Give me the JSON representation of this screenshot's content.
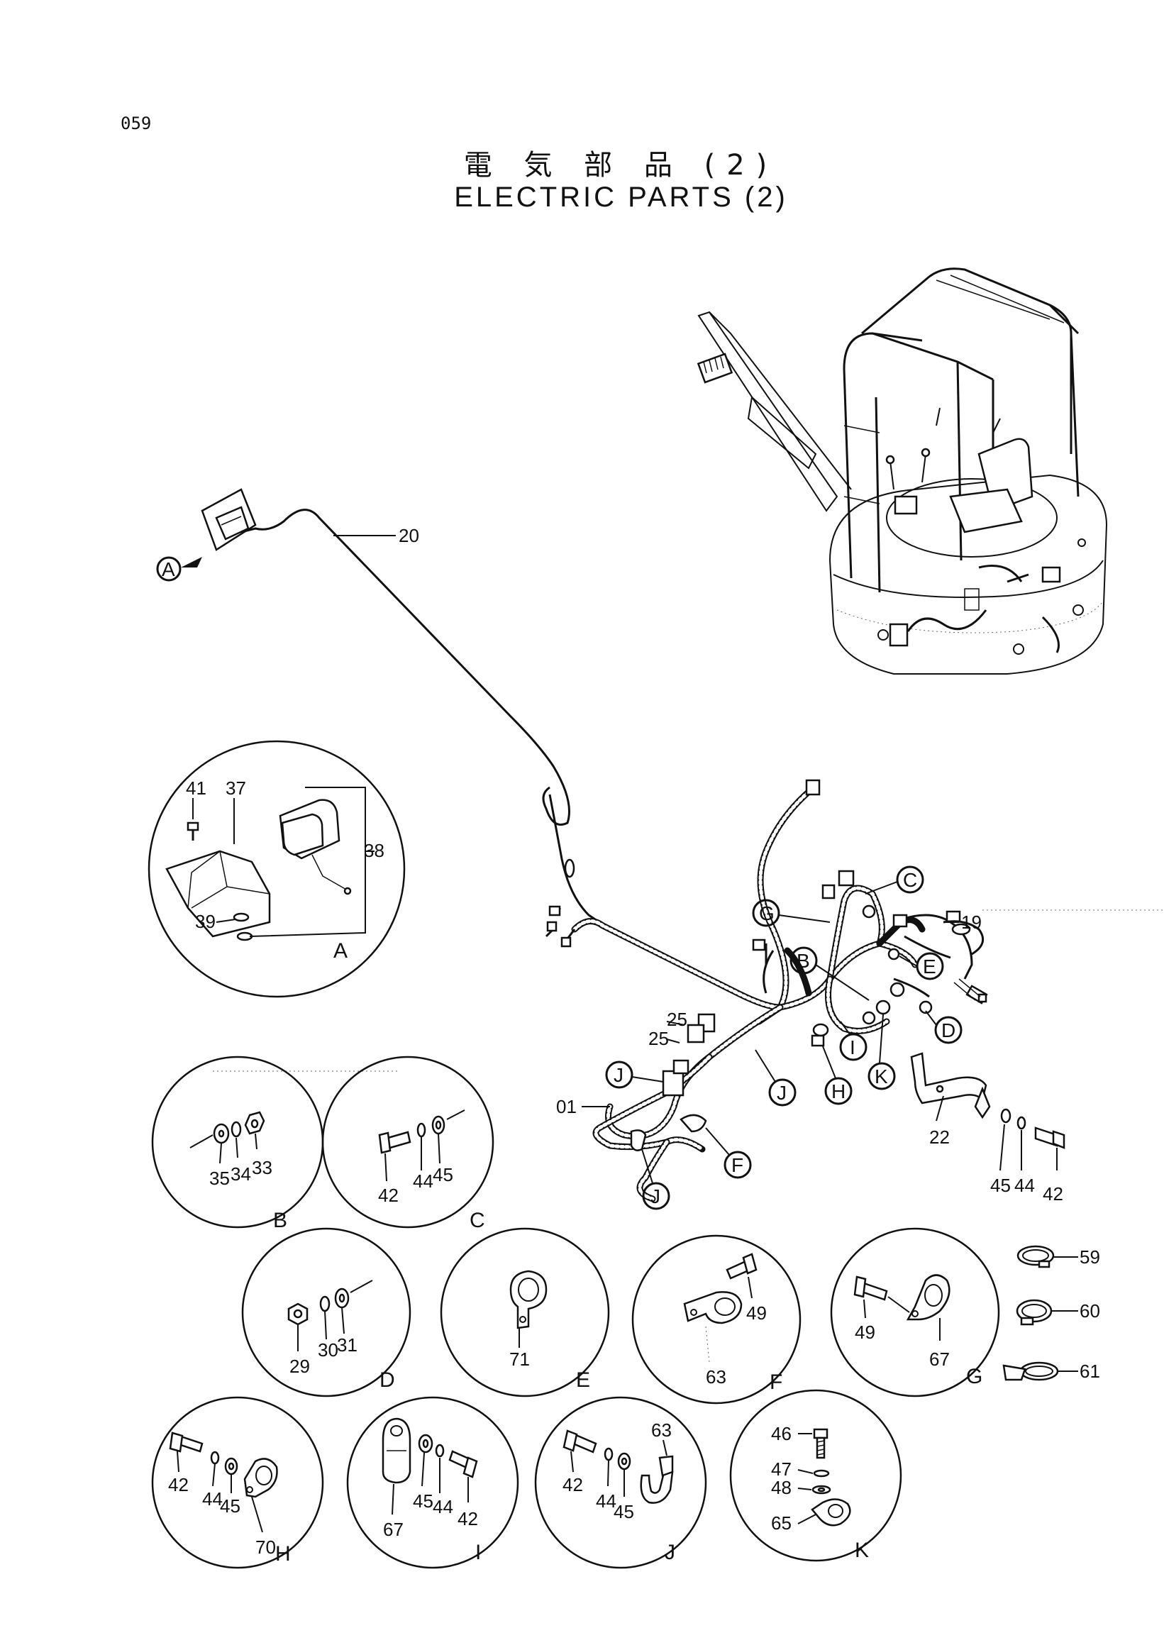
{
  "page": {
    "number": "059",
    "title_jp": "電 気 部 品 (2)",
    "title_en": "ELECTRIC PARTS (2)"
  },
  "main_diagram": {
    "callouts": [
      "20",
      "19",
      "25",
      "25",
      "01",
      "22",
      "45",
      "44",
      "42"
    ],
    "ref_letters": [
      "A",
      "G",
      "C",
      "E",
      "B",
      "D",
      "H",
      "I",
      "K",
      "J",
      "J",
      "F",
      "J"
    ]
  },
  "detail_views": [
    {
      "letter": "A",
      "labels": [
        "41",
        "37",
        "38",
        "39"
      ]
    },
    {
      "letter": "B",
      "labels": [
        "35",
        "34",
        "33"
      ]
    },
    {
      "letter": "C",
      "labels": [
        "42",
        "44",
        "45"
      ]
    },
    {
      "letter": "D",
      "labels": [
        "29",
        "30",
        "31"
      ]
    },
    {
      "letter": "E",
      "labels": [
        "71"
      ]
    },
    {
      "letter": "F",
      "labels": [
        "49",
        "63"
      ]
    },
    {
      "letter": "G",
      "labels": [
        "49",
        "67"
      ]
    },
    {
      "letter": "H",
      "labels": [
        "42",
        "44",
        "45",
        "70"
      ]
    },
    {
      "letter": "I",
      "labels": [
        "67",
        "45",
        "44",
        "42"
      ]
    },
    {
      "letter": "J",
      "labels": [
        "42",
        "44",
        "45",
        "63"
      ]
    },
    {
      "letter": "K",
      "labels": [
        "46",
        "47",
        "48",
        "65"
      ]
    }
  ],
  "loose_parts": [
    {
      "label": "59"
    },
    {
      "label": "60"
    },
    {
      "label": "61"
    }
  ]
}
